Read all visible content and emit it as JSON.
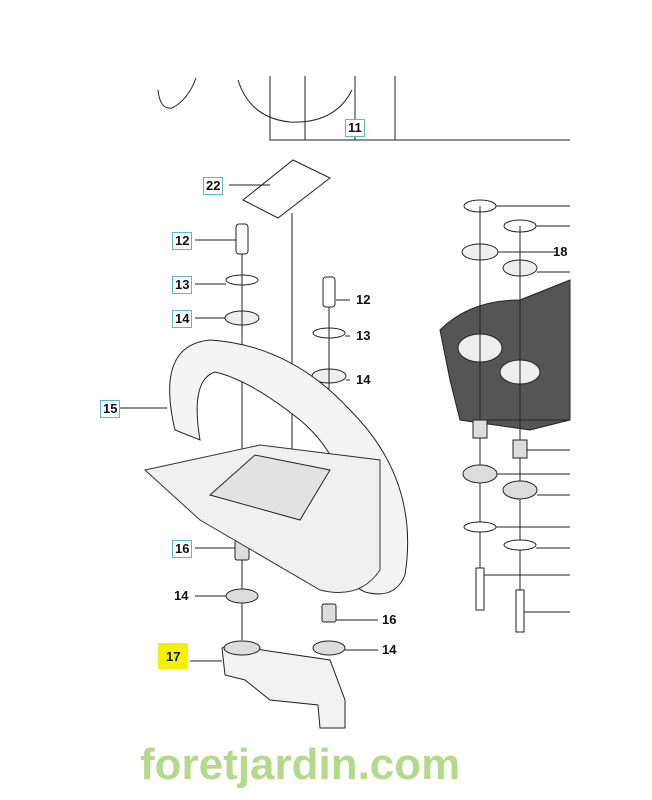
{
  "diagram": {
    "watermark": "foretjardin.com",
    "colors": {
      "highlight": "#f2f200",
      "label_box_border": "#5bb8c8",
      "watermark_green": "#c9e59a",
      "watermark_orange": "#f6c27a",
      "watermark_gray": "#cfc7bd"
    },
    "labels": [
      {
        "id": "11",
        "text": "11",
        "boxed": true
      },
      {
        "id": "22",
        "text": "22",
        "boxed": true
      },
      {
        "id": "12a",
        "text": "12",
        "boxed": true
      },
      {
        "id": "13a",
        "text": "13",
        "boxed": true
      },
      {
        "id": "14a",
        "text": "14",
        "boxed": true
      },
      {
        "id": "15",
        "text": "15",
        "boxed": true
      },
      {
        "id": "16a",
        "text": "16",
        "boxed": true
      },
      {
        "id": "17",
        "text": "17",
        "highlighted": true
      },
      {
        "id": "12b",
        "text": "12",
        "boxed": false
      },
      {
        "id": "13b",
        "text": "13",
        "boxed": false
      },
      {
        "id": "14b",
        "text": "14",
        "boxed": false
      },
      {
        "id": "18",
        "text": "18",
        "boxed": false
      },
      {
        "id": "14c",
        "text": "14",
        "boxed": false
      },
      {
        "id": "16b",
        "text": "16",
        "boxed": false
      },
      {
        "id": "14d",
        "text": "14",
        "boxed": false
      }
    ]
  }
}
